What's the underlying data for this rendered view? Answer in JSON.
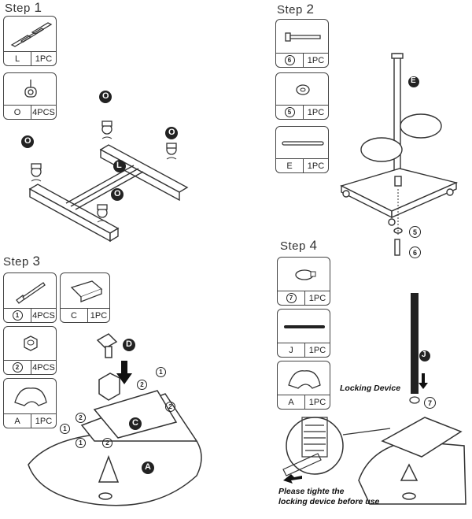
{
  "steps": [
    {
      "prefix": "Step",
      "num": "1"
    },
    {
      "prefix": "Step",
      "num": "2"
    },
    {
      "prefix": "Step",
      "num": "3"
    },
    {
      "prefix": "Step",
      "num": "4"
    }
  ],
  "step1_parts": [
    {
      "code": "L",
      "qty": "1PC"
    },
    {
      "code": "O",
      "qty": "4PCS"
    }
  ],
  "step2_parts": [
    {
      "code": "6",
      "qty": "1PC"
    },
    {
      "code": "5",
      "qty": "1PC"
    },
    {
      "code": "E",
      "qty": "1PC"
    }
  ],
  "step3_parts": [
    {
      "code": "1",
      "qty": "4PCS"
    },
    {
      "code": "C",
      "qty": "1PC"
    },
    {
      "code": "2",
      "qty": "4PCS"
    },
    {
      "code": "A",
      "qty": "1PC"
    }
  ],
  "step4_parts": [
    {
      "code": "7",
      "qty": "1PC"
    },
    {
      "code": "J",
      "qty": "1PC"
    },
    {
      "code": "A",
      "qty": "1PC"
    }
  ],
  "callouts": {
    "o": "O",
    "l": "L",
    "e": "E",
    "d": "D",
    "c": "C",
    "a": "A",
    "j": "J",
    "n1": "1",
    "n2": "2",
    "n5": "5",
    "n6": "6",
    "n7": "7"
  },
  "notes": {
    "locking_device": "Locking Device",
    "tighten_line1": "Please tighte the",
    "tighten_line2": "locking device before use"
  }
}
